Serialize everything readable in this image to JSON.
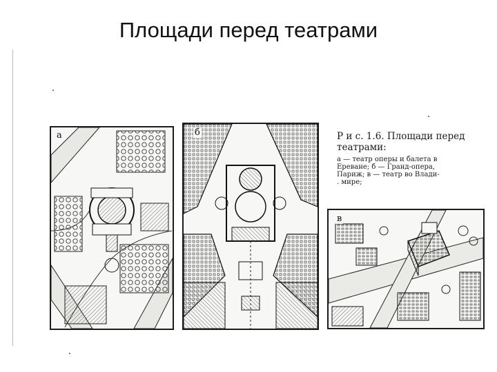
{
  "slide": {
    "title": "Площади перед театрами"
  },
  "caption": {
    "title_lines": [
      "Р и с. 1.6. Площади перед",
      "театрами:"
    ],
    "body_lines": [
      "а — театр оперы и балета в",
      "Ереване;   б — Гранд-опера,",
      "Париж; в — театр во Влади-",
      ". мире;"
    ]
  },
  "panels": {
    "a": {
      "letter": "а"
    },
    "b": {
      "letter": "б"
    },
    "c": {
      "letter": "в"
    }
  },
  "colors": {
    "ink": "#1b1b1b",
    "paper": "#f7f7f5",
    "hatch": "#6a6a6a"
  },
  "icons": {
    "panel_a": "site-plan-drawing",
    "panel_b": "site-plan-drawing",
    "panel_c": "aerial-view-drawing"
  }
}
